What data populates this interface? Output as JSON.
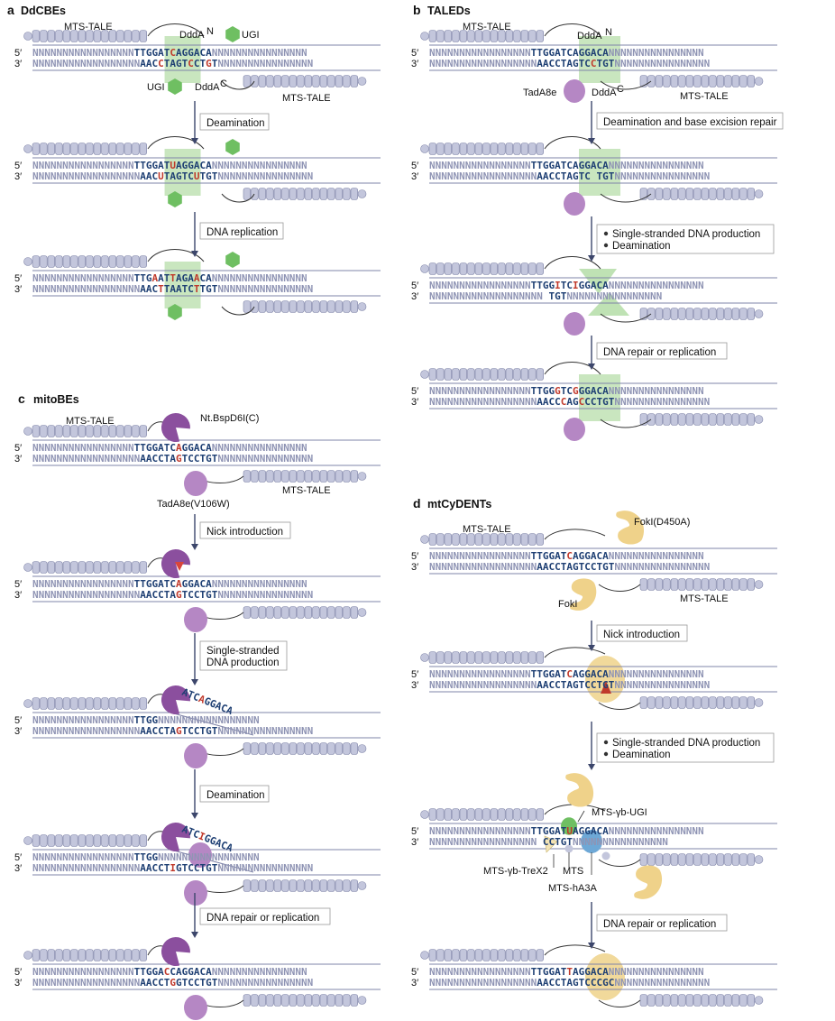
{
  "colors": {
    "tale_unit": "#c3c6dc",
    "tale_stroke": "#7f84a8",
    "n_text": "#8f94b4",
    "seq_text": "#1e3f73",
    "edit_red": "#c0392b",
    "hl_green": "#bfe2b4",
    "ugi_green": "#6fbf62",
    "tada_purple": "#b587c4",
    "nick_purple": "#8b4f9e",
    "foki_yellow": "#efd28a",
    "a3a_blue": "#6ea8d6",
    "strand": "#7f84a8",
    "arrow": "#3c466b"
  },
  "panels": {
    "a": {
      "letter": "a",
      "title": "DdCBEs",
      "labels": [
        "MTS-TALE",
        "DddA",
        "N",
        "UGI",
        "UGI",
        "DddA",
        "C",
        "MTS-TALE"
      ],
      "steps": [
        "Deamination",
        "DNA replication"
      ],
      "duplexes": [
        {
          "top5": "NNNNNNNNNNNNNNNNN",
          "topSeq": "TTGGATCAGGACA",
          "top3": "NNNNNNNNNNNNNNNN",
          "bot5": "NNNNNNNNNNNNNNNNNN",
          "botSeq": "AACCTAGTCCTGT",
          "bot3": "NNNNNNNNNNNNNNNN",
          "topRed": [
            6
          ],
          "botRed": [
            3,
            8,
            11
          ]
        },
        {
          "top5": "NNNNNNNNNNNNNNNNN",
          "topSeq": "TTGGATUAGGACA",
          "top3": "NNNNNNNNNNNNNNNN",
          "bot5": "NNNNNNNNNNNNNNNNNN",
          "botSeq": "AACUTAGTCUTGT",
          "bot3": "NNNNNNNNNNNNNNNN",
          "topRed": [
            6
          ],
          "botRed": [
            3,
            9
          ]
        },
        {
          "top5": "NNNNNNNNNNNNNNNNN",
          "topSeq": "TTGAATTAGAACA",
          "top3": "NNNNNNNNNNNNNNNN",
          "bot5": "NNNNNNNNNNNNNNNNNN",
          "botSeq": "AACTTAATCTTGT",
          "bot3": "NNNNNNNNNNNNNNNN",
          "topRed": [
            3,
            6,
            10
          ],
          "botRed": [
            3,
            9
          ]
        }
      ]
    },
    "b": {
      "letter": "b",
      "title": "TALEDs",
      "labels": [
        "MTS-TALE",
        "DddA",
        "N",
        "TadA8e",
        "DddA",
        "C",
        "MTS-TALE"
      ],
      "steps": [
        "Deamination and base excision repair",
        "Single-stranded DNA production",
        "Deamination",
        "DNA repair or replication"
      ],
      "duplexes": [
        {
          "top5": "NNNNNNNNNNNNNNNNN",
          "topSeq": "TTGGATCAGGACA",
          "top3": "NNNNNNNNNNNNNNNN",
          "bot5": "NNNNNNNNNNNNNNNNNN",
          "botSeq": "AACCTAGTCCTGT",
          "bot3": "NNNNNNNNNNNNNNNN",
          "topRed": [],
          "botRed": [
            9
          ]
        },
        {
          "top5": "NNNNNNNNNNNNNNNNN",
          "topSeq": "TTGGATCAGGACA",
          "top3": "NNNNNNNNNNNNNNNN",
          "bot5": "NNNNNNNNNNNNNNNNNN",
          "botSeq": "AACCTAGTC TGT",
          "bot3": "NNNNNNNNNNNNNNNN",
          "topRed": [],
          "botRed": []
        },
        {
          "top5": "NNNNNNNNNNNNNNNNN",
          "topSeq": "TTGGITCIGGACA",
          "top3": "NNNNNNNNNNNNNNNN",
          "bot5": "NNNNNNNNNNNNNNNNNNN",
          "botSeq": "          TGT",
          "bot3": "NNNNNNNNNNNNNNNN",
          "topRed": [
            4,
            7
          ],
          "botRed": []
        },
        {
          "top5": "NNNNNNNNNNNNNNNNN",
          "topSeq": "TTGGGTCGGGACA",
          "top3": "NNNNNNNNNNNNNNNN",
          "bot5": "NNNNNNNNNNNNNNNNNN",
          "botSeq": "AACCCAGCCCTGT",
          "bot3": "NNNNNNNNNNNNNNNN",
          "topRed": [
            4,
            7
          ],
          "botRed": [
            4,
            7
          ]
        }
      ]
    },
    "c": {
      "letter": "c",
      "title": "mitoBEs",
      "labels": [
        "MTS-TALE",
        "Nt.BspD6I(C)",
        "MTS-TALE",
        "TadA8e(V106W)"
      ],
      "steps": [
        "Nick introduction",
        "Single-stranded",
        "DNA production",
        "Deamination",
        "DNA repair or replication"
      ],
      "flaps": [
        "ATCAGGACA",
        "ATCIGGACA"
      ],
      "duplexes": [
        {
          "top5": "NNNNNNNNNNNNNNNNN",
          "topSeq": "TTGGATCAGGACA",
          "top3": "NNNNNNNNNNNNNNNN",
          "bot5": "NNNNNNNNNNNNNNNNNN",
          "botSeq": "AACCTAGTCCTGT",
          "bot3": "NNNNNNNNNNNNNNNN",
          "topRed": [
            7
          ],
          "botRed": [
            6
          ]
        },
        {
          "top5": "NNNNNNNNNNNNNNNNN",
          "topSeq": "TTGGATCAGGACA",
          "top3": "NNNNNNNNNNNNNNNN",
          "bot5": "NNNNNNNNNNNNNNNNNN",
          "botSeq": "AACCTAGTCCTGT",
          "bot3": "NNNNNNNNNNNNNNNN",
          "topRed": [
            7
          ],
          "botRed": [
            6
          ]
        },
        {
          "top5": "NNNNNNNNNNNNNNNNN",
          "topSeq": "TTGG",
          "top3": "NNNNNNNNNNNNNNNNN",
          "bot5": "NNNNNNNNNNNNNNNNNN",
          "botSeq": "AACCTAGTCCTGT",
          "bot3": "NNNNNNNNNNNNNNNN",
          "topRed": [],
          "botRed": [
            6
          ]
        },
        {
          "top5": "NNNNNNNNNNNNNNNNN",
          "topSeq": "TTGG",
          "top3": "NNNNNNNNNNNNNNNNN",
          "bot5": "NNNNNNNNNNNNNNNNNN",
          "botSeq": "AACCTIGTCCTGT",
          "bot3": "NNNNNNNNNNNNNNNN",
          "topRed": [],
          "botRed": [
            5
          ]
        },
        {
          "top5": "NNNNNNNNNNNNNNNNN",
          "topSeq": "TTGGACCAGGACA",
          "top3": "NNNNNNNNNNNNNNNN",
          "bot5": "NNNNNNNNNNNNNNNNNN",
          "botSeq": "AACCTGGTCCTGT",
          "bot3": "NNNNNNNNNNNNNNNN",
          "topRed": [
            5
          ],
          "botRed": [
            5
          ]
        }
      ]
    },
    "d": {
      "letter": "d",
      "title": "mtCyDENTs",
      "labels": [
        "MTS-TALE",
        "FokI(D450A)",
        "FokI",
        "MTS-TALE",
        "MTS-γb-UGI",
        "MTS-γb-TreX2",
        "MTS",
        "MTS-hA3A"
      ],
      "steps": [
        "Nick introduction",
        "Single-stranded DNA production",
        "Deamination",
        "DNA repair or replication"
      ],
      "duplexes": [
        {
          "top5": "NNNNNNNNNNNNNNNNN",
          "topSeq": "TTGGATCAGGACA",
          "top3": "NNNNNNNNNNNNNNNN",
          "bot5": "NNNNNNNNNNNNNNNNNN",
          "botSeq": "AACCTAGTCCTGT",
          "bot3": "NNNNNNNNNNNNNNNN",
          "topRed": [
            6
          ],
          "botRed": []
        },
        {
          "top5": "NNNNNNNNNNNNNNNNN",
          "topSeq": "TTGGATCAGGACA",
          "top3": "NNNNNNNNNNNNNNNN",
          "bot5": "NNNNNNNNNNNNNNNNNN",
          "botSeq": "AACCTAGTCCTGT",
          "bot3": "NNNNNNNNNNNNNNNN",
          "topRed": [
            6
          ],
          "botRed": []
        },
        {
          "top5": "NNNNNNNNNNNNNNNNN",
          "topSeq": "TTGGATUAGGACA",
          "top3": "NNNNNNNNNNNNNNNN",
          "bot5": "NNNNNNNNNNNNNNNNNN",
          "botSeq": "        CCTGT",
          "bot3": "NNNNNNNNNNNNNNNN",
          "topRed": [
            6
          ],
          "botRed": []
        },
        {
          "top5": "NNNNNNNNNNNNNNNNN",
          "topSeq": "TTGGATTAGGACA",
          "top3": "NNNNNNNNNNNNNNNN",
          "bot5": "NNNNNNNNNNNNNNNNNN",
          "botSeq": "AACCTAGTCCCGC",
          "bot3": "NNNNNNNNNNNNNNNN",
          "topRed": [
            6
          ],
          "botRed": []
        }
      ]
    }
  },
  "strand_labels": {
    "five": "5′",
    "three": "3′"
  }
}
